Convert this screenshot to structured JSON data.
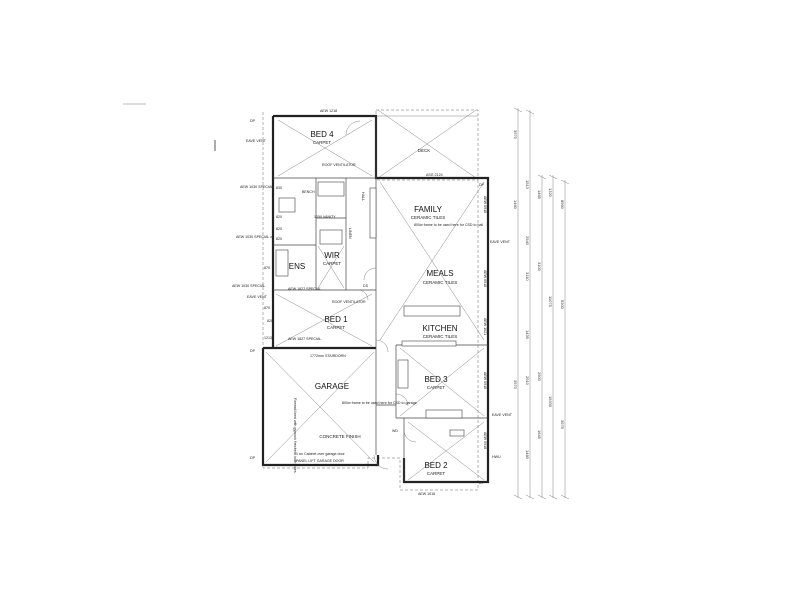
{
  "rooms": {
    "bed4": {
      "name": "BED 4",
      "finish": "CARPET"
    },
    "deck": {
      "name": "DECK"
    },
    "family": {
      "name": "FAMILY",
      "finish": "CERAMIC TILES"
    },
    "meals": {
      "name": "MEALS",
      "finish": "CERAMIC TILES"
    },
    "kitchen": {
      "name": "KITCHEN",
      "finish": "CERAMIC TILES"
    },
    "ens": {
      "name": "ENS"
    },
    "wir": {
      "name": "WIR",
      "finish": "CARPET"
    },
    "bed1": {
      "name": "BED 1",
      "finish": "CARPET"
    },
    "bed3": {
      "name": "BED 3",
      "finish": "CARPET"
    },
    "bed2": {
      "name": "BED 2",
      "finish": "CARPET"
    },
    "garage": {
      "name": "GARAGE",
      "finish": "CONCRETE FINISH"
    }
  },
  "notes": {
    "roof_ventilator_top": "ROOF VENTILATOR",
    "roof_ventilator_mid": "ROOF VENTILATOR",
    "hall": "HALL",
    "linen": "LINEN",
    "vanity": "1050 VANITY",
    "bench": "BENCH",
    "stairs": "1772mm STAIRDORN",
    "family_frame": "800w frame to be used here for CSD to hall",
    "garage_frame": "800w frame to be used here for CSD to garage",
    "fire_wall": "Firewall lined with gyprock firecheck both sides",
    "cabinet": "1 no Cabinet over garage door",
    "garage_door": "PANEL LIFT GARAGE DOOR",
    "eave_vent_1": "EAVE VENT",
    "eave_vent_2": "EAVE VENT",
    "eave_vent_3": "EAVE VENT",
    "eave_vent_4": "EAVE VENT",
    "dp1": "DP",
    "dp2": "DP",
    "dp3": "DP",
    "dp4": "DP",
    "dp5": "DP",
    "special_1": "AEW 1030 SPECIAL",
    "special_2": "AEW 1030 SPECIAL x2",
    "special_3": "AEW 1030 SPECIAL",
    "special_4": "AEW 1827 SPECIAL",
    "special_5": "AEW 1827 SPECIAL",
    "window_top": "AEW 1218",
    "window_deck": "ASG 2124",
    "window_bottom": "AEW 1018",
    "window_family": "AEW 0918",
    "window_meals": "AEW 0918",
    "window_kitchen": "AEW 1021",
    "window_bed3": "AEW 0918",
    "window_bed2": "AEW 0918",
    "ref_830": "830",
    "ref_820a": "820",
    "ref_820b": "820",
    "ref_820c": "820",
    "ref_820d": "820",
    "ref_870a": "870",
    "ref_870b": "870",
    "ref_1213": "1213",
    "ref_ds": "DS",
    "ref_wd": "WD",
    "ref_hwu": "HWU"
  },
  "dimensions": {
    "right_a": [
      "3570",
      "1460",
      "3570"
    ],
    "right_b": [
      "1513",
      "2540",
      "3110",
      "1435",
      "2910",
      "1460"
    ],
    "right_c": [
      "1465",
      "3100",
      "2900",
      "1645"
    ],
    "right_d": [
      "1320",
      "11075",
      "15330"
    ],
    "right_e": [
      "8990",
      "5200",
      "3975"
    ]
  }
}
